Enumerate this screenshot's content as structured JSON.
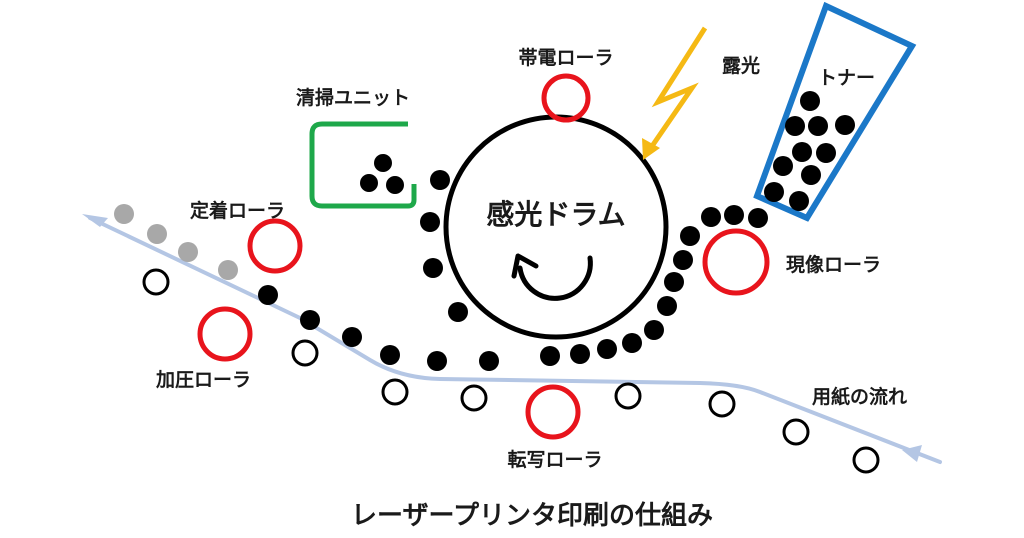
{
  "title": "レーザープリンタ印刷の仕組み",
  "labels": {
    "drum": "感光ドラム",
    "charge_roller": "帯電ローラ",
    "exposure": "露光",
    "toner": "トナー",
    "cleaning_unit": "清掃ユニット",
    "fixing_roller": "定着ローラ",
    "developing_roller": "現像ローラ",
    "pressure_roller": "加圧ローラ",
    "transfer_roller": "転写ローラ",
    "paper_flow": "用紙の流れ"
  },
  "colors": {
    "roller": "#e8141c",
    "cleaning": "#1ea84a",
    "toner_box": "#1b78c8",
    "exposure": "#f5b914",
    "paper_path": "#b4c6e4",
    "toner_particle": "#000000",
    "fixed_particle": "#a8a8a8"
  },
  "icons": {
    "rotation": "clockwise-rotation-arrow",
    "exposure": "lightning-bolt-arrow"
  }
}
